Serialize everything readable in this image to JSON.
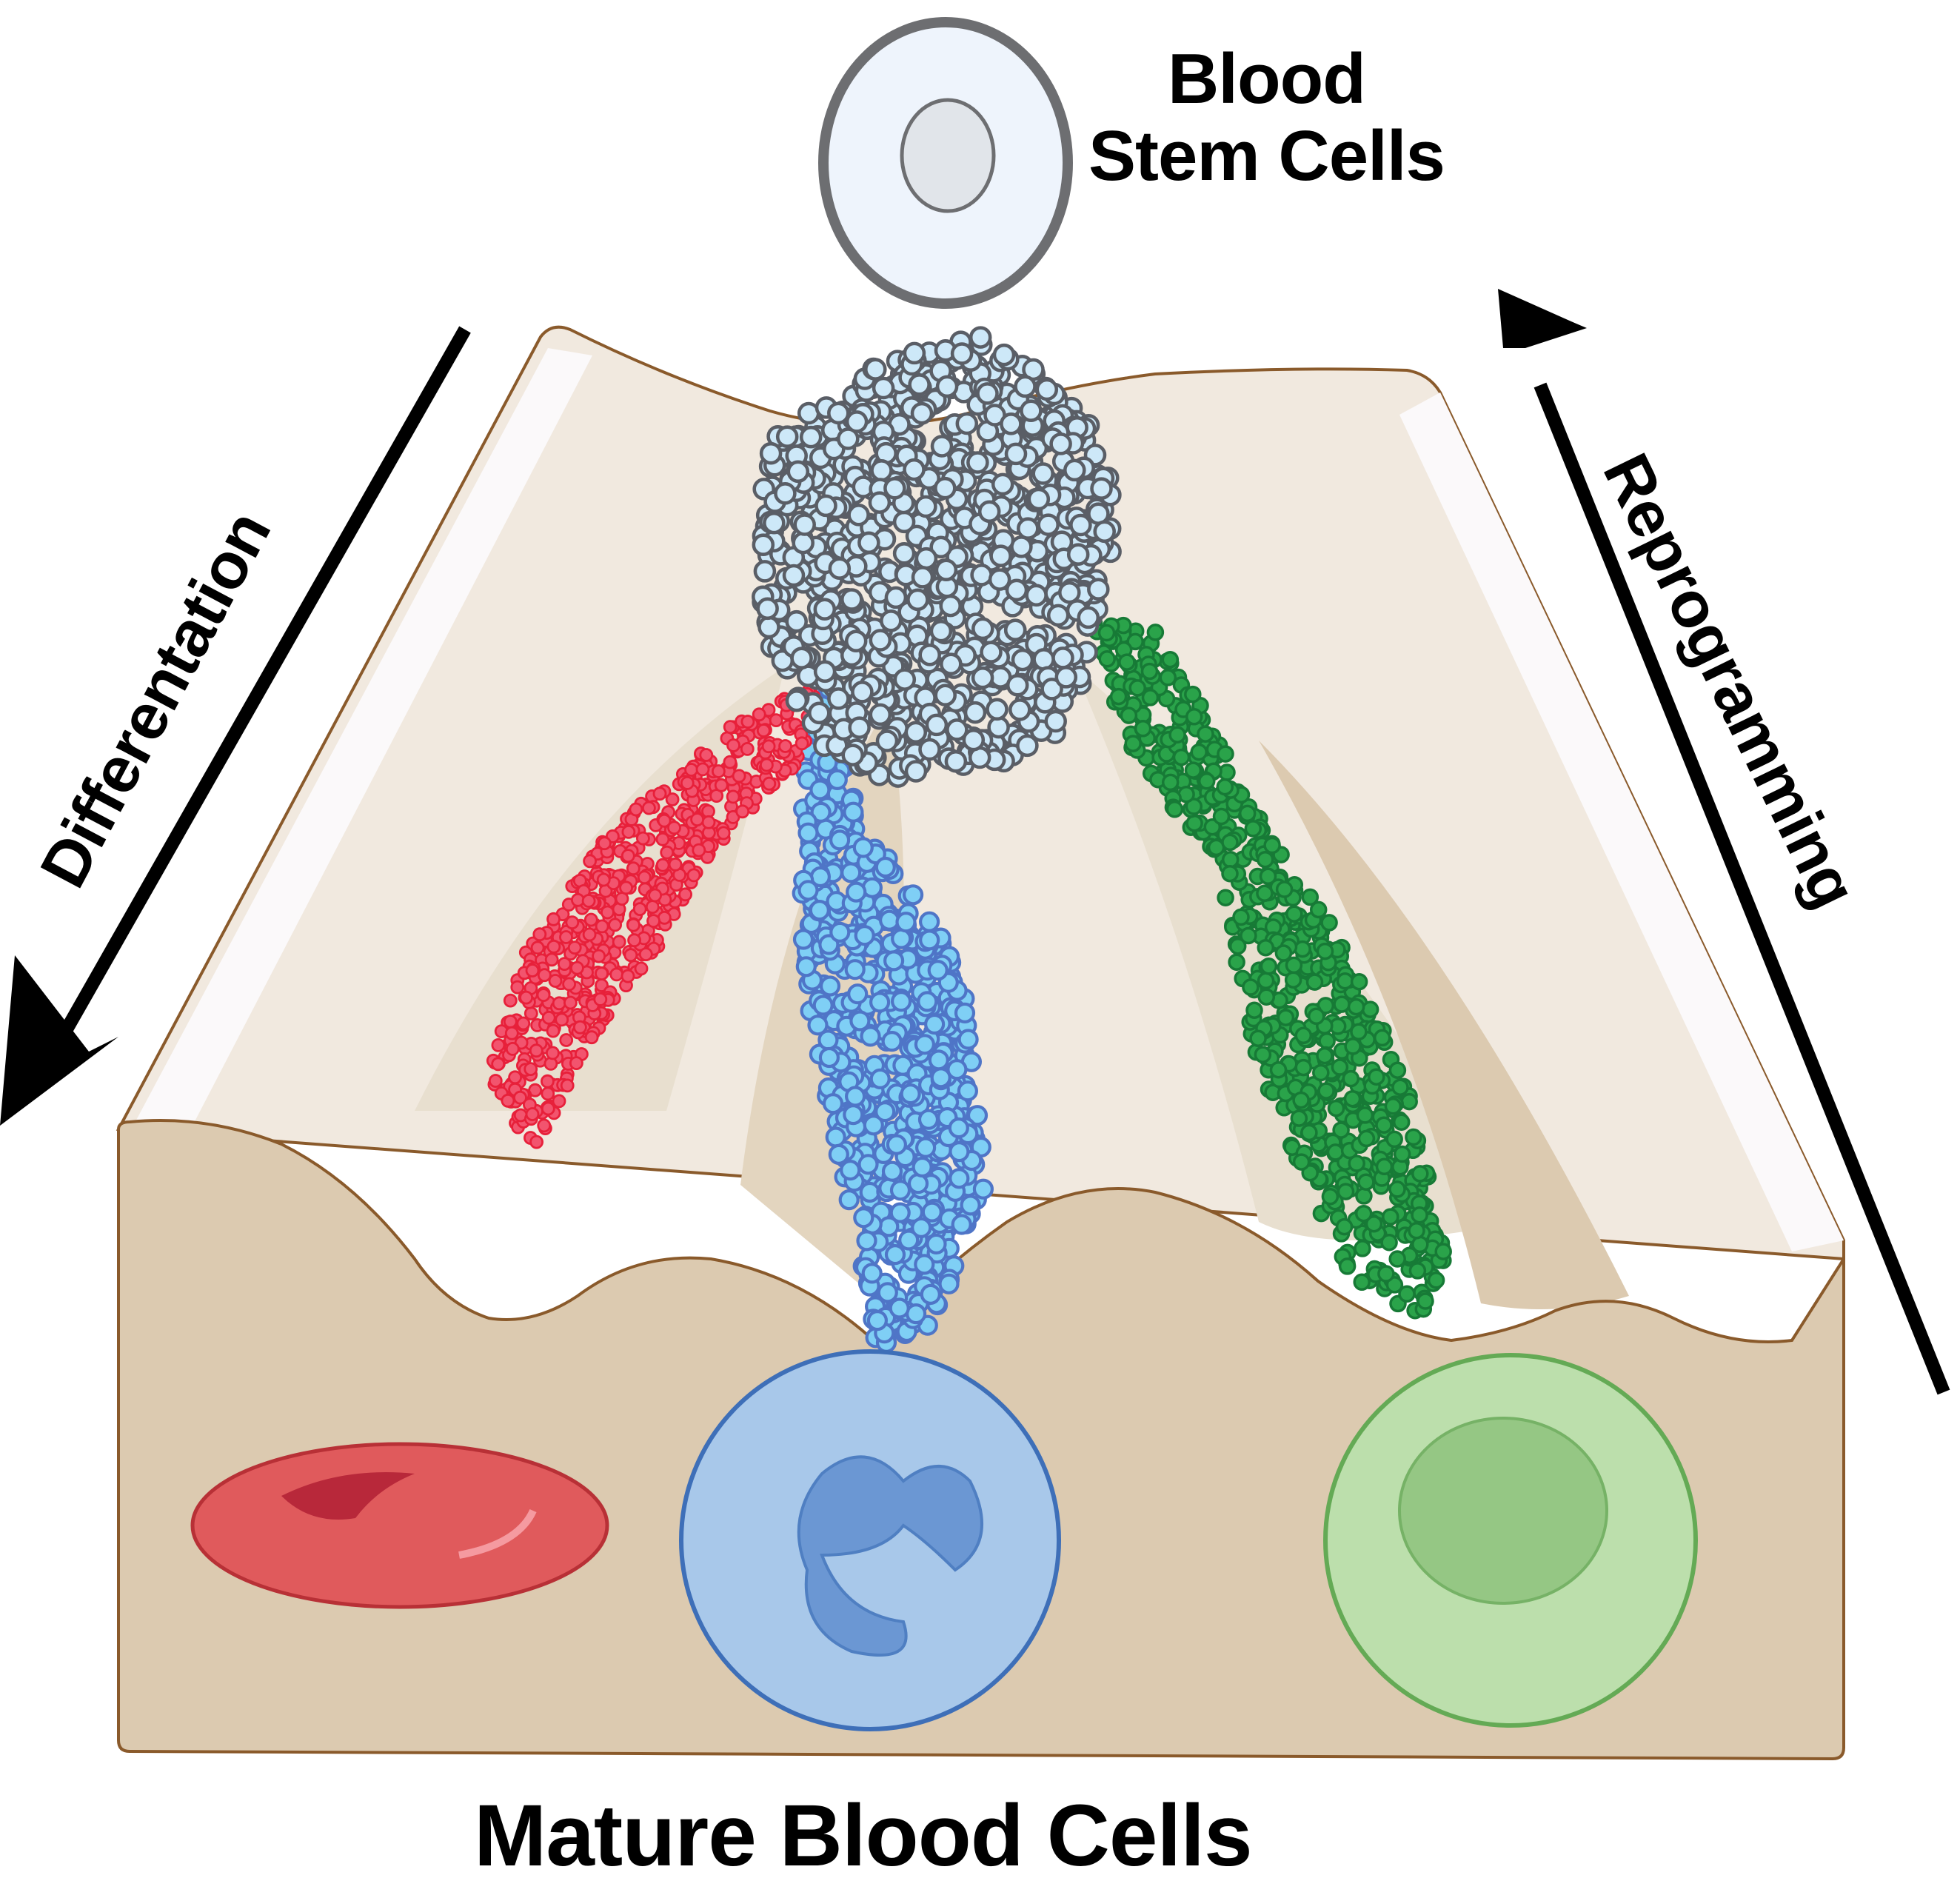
{
  "title_top": [
    "Blood",
    "Stem Cells"
  ],
  "title_bottom": "Mature Blood Cells",
  "arrows": {
    "left": {
      "label": "Differentation",
      "direction": "down-left",
      "icon": "arrow-down-left-icon"
    },
    "right": {
      "label": "Reprogramming",
      "direction": "up-right",
      "icon": "arrow-up-right-icon"
    }
  },
  "top_cell": {
    "name": "blood stem cell",
    "fill": "#eef4fc",
    "stroke": "#6d6e71",
    "nucleus_fill": "#e1e5ea"
  },
  "clusters": [
    {
      "name": "stem-progenitor-cluster",
      "fill": "#cde8f8",
      "stroke": "#5a5e66"
    },
    {
      "name": "erythroid-cluster",
      "fill": "#f2546e",
      "stroke": "#e7203a"
    },
    {
      "name": "myeloid-blue-cluster",
      "fill": "#7fcff5",
      "stroke": "#4f75c7"
    },
    {
      "name": "green-lineage-cluster",
      "fill": "#2aa34a",
      "stroke": "#177a36"
    }
  ],
  "mature_cells": [
    {
      "name": "red blood cell",
      "fill": "#e05a5c",
      "stroke": "#b83036"
    },
    {
      "name": "neutrophil",
      "fill": "#a8c8ea",
      "stroke": "#3e6fb8"
    },
    {
      "name": "monocyte",
      "fill": "#bcdfac",
      "stroke": "#64aa55"
    }
  ],
  "colors": {
    "landscape_top": "#f1e9df",
    "landscape_valley": "#e8dfcf",
    "landscape_front": "#dccab0",
    "landscape_edge": "#8a5a2b",
    "arrow": "#000000"
  }
}
